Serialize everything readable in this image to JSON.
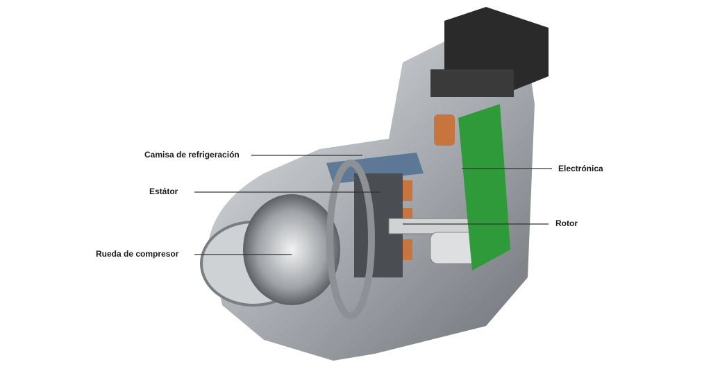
{
  "labels": {
    "cooling_jacket": "Camisa de refrigeración",
    "stator": "Estátor",
    "compressor_wheel": "Rueda de compresor",
    "electronics": "Electrónica",
    "rotor": "Rotor"
  },
  "colors": {
    "housing": "#b9bcc0",
    "electronics_board": "#2e9a3a",
    "copper": "#c7743f",
    "coolant": "#4f6f90",
    "connector": "#2a2a2a"
  }
}
